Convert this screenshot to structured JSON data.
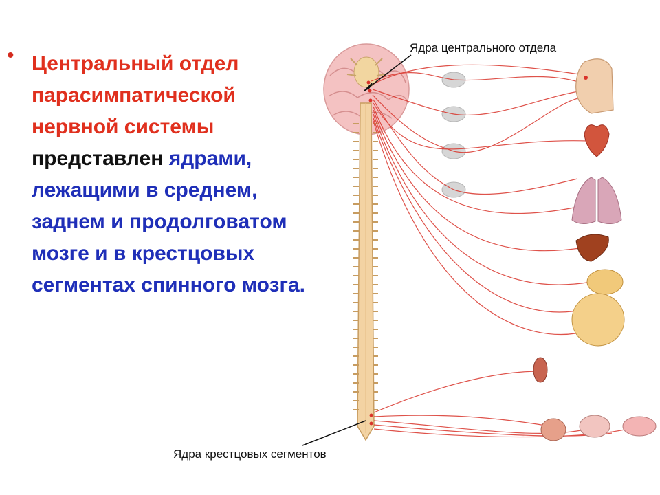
{
  "slide": {
    "bullet": "•",
    "heading_red": "Центральный отдел парасимпатической нервной системы",
    "text_black": "представлен",
    "text_blue_1": "ядрами,",
    "text_blue_2": "лежащими в среднем, заднем и продолговатом мозге и в крестцовых сегментах спинного мозга."
  },
  "diagram": {
    "label_central": "Ядра центрального отдела",
    "label_sacral": "Ядра  крестцовых сегментов",
    "colors": {
      "nerve": "#d9342b",
      "spine": "#f3d3a3",
      "brain": "#f2b8b8",
      "ganglion": "#d6d6d6",
      "text_red": "#e0301e",
      "text_blue": "#1f2fb8"
    }
  }
}
